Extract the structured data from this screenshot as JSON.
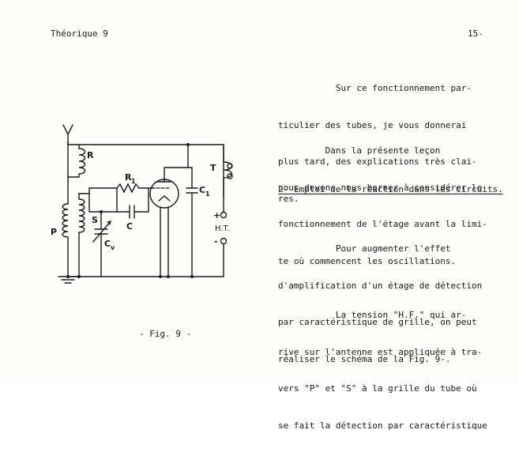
{
  "header": {
    "left": "Théorique 9",
    "right": "15-"
  },
  "paragraphs": {
    "p1": [
      "           Sur ce fonctionnement par-",
      "ticulier des tubes, je vous donnerai",
      "plus tard, des explications très clai-",
      "res."
    ],
    "p2": [
      "         Dans la présente leçon",
      "nous devons nous borner à considérer le",
      "fonctionnement de l'étage avant la limi-",
      "te où commencent les oscillations."
    ],
    "p3": "2- Emploi de la réaction dans les circuits.",
    "p4": [
      "           Pour augmenter l'effet",
      "d'amplification d'un étage de détection",
      "par caractéristique de grille, on peut",
      "réaliser le schéma de la Fig. 9-."
    ],
    "p5": [
      "           La tension \"H.F.\" qui ar-",
      "rive sur l'antenne est appliquée à tra-",
      "vers \"P\" et \"S\" à la grille du tube où",
      "se fait la détection par caractéristique"
    ]
  },
  "figure": {
    "caption": "- Fig. 9 -",
    "labels": {
      "R": "R",
      "R1": "R",
      "R1_sub": "1",
      "C": "C",
      "C1": "C",
      "C1_sub": "1",
      "Cv": "C",
      "Cv_sub": "v",
      "S": "S",
      "P": "P",
      "T": "T",
      "HT": "H.T.",
      "plus": "+",
      "minus": "-"
    }
  }
}
